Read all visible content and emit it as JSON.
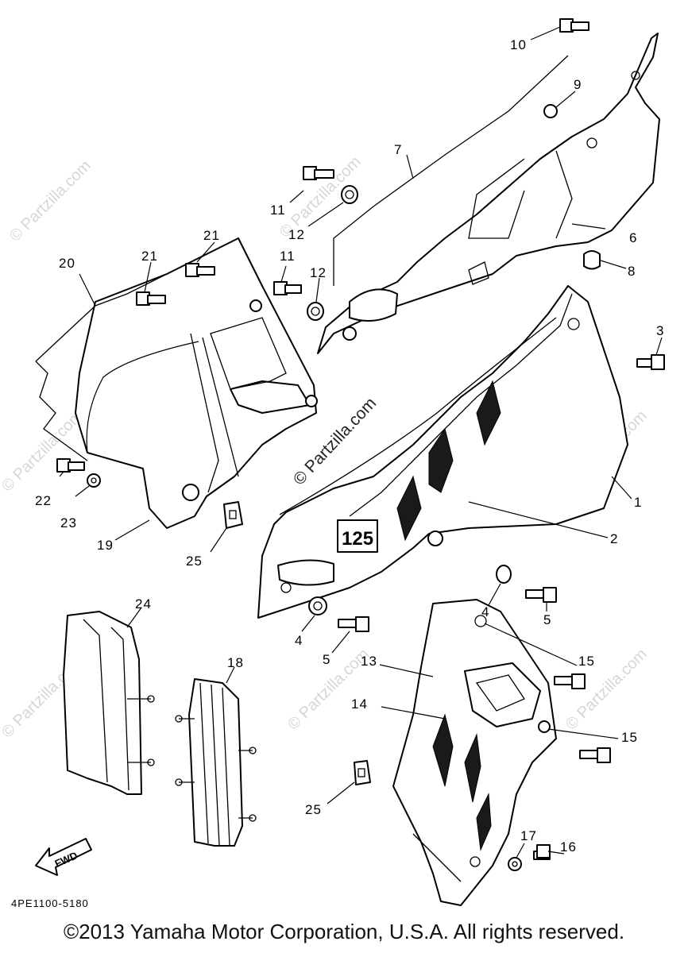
{
  "watermark": "© Partzilla.com",
  "diagram_code": "4PE1100-5180",
  "copyright": "©2013  Yamaha Motor Corporation, U.S.A. All rights reserved.",
  "fwd_label": "FWD",
  "side_cover_badge": "125",
  "callouts": {
    "n1": "1",
    "n2": "2",
    "n3": "3",
    "n4a": "4",
    "n4b": "4",
    "n5a": "5",
    "n5b": "5",
    "n6": "6",
    "n7": "7",
    "n8": "8",
    "n9": "9",
    "n10": "10",
    "n11a": "11",
    "n11b": "11",
    "n12a": "12",
    "n12b": "12",
    "n13": "13",
    "n14": "14",
    "n15a": "15",
    "n15b": "15",
    "n16": "16",
    "n17": "17",
    "n18": "18",
    "n19": "19",
    "n20": "20",
    "n21a": "21",
    "n21b": "21",
    "n22": "22",
    "n23": "23",
    "n24": "24",
    "n25a": "25",
    "n25b": "25"
  }
}
